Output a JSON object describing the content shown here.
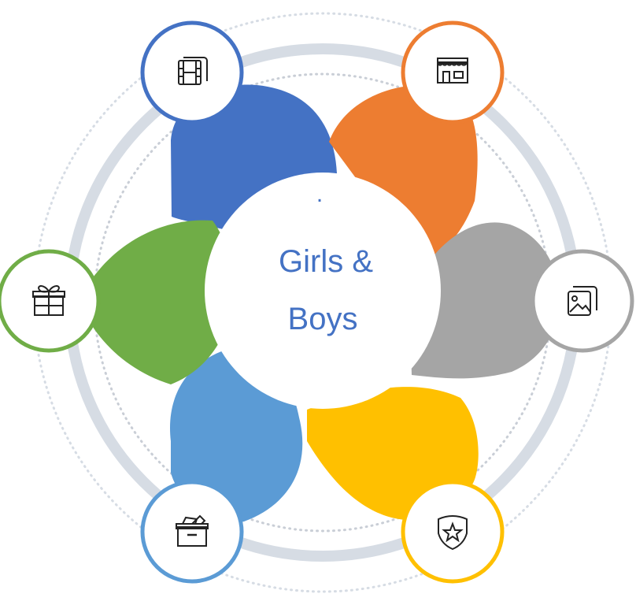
{
  "center": {
    "dot": ".",
    "line1": "Girls &",
    "line2": "Boys"
  },
  "ring_colors": {
    "outer_dots": "#d6dce4",
    "thick_ring": "#d6dce4",
    "inner_dots": "#c9ced6"
  },
  "petals": [
    {
      "id": "film",
      "icon": "film-icon",
      "color": "#4472C4"
    },
    {
      "id": "store",
      "icon": "store-icon",
      "color": "#ED7D31"
    },
    {
      "id": "picture",
      "icon": "picture-icon",
      "color": "#A5A5A5"
    },
    {
      "id": "badge",
      "icon": "star-badge-icon",
      "color": "#FFC000"
    },
    {
      "id": "box",
      "icon": "box-icon",
      "color": "#5B9BD5"
    },
    {
      "id": "gift",
      "icon": "gift-icon",
      "color": "#70AD47"
    }
  ]
}
